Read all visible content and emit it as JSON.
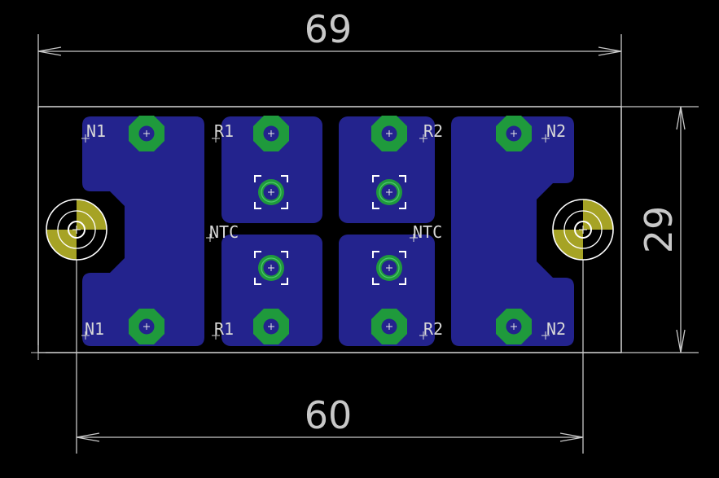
{
  "view": "pcb-layout-editor",
  "colors": {
    "background": "#000000",
    "copper": "#23238d",
    "pad": "#1f9a3c",
    "drill": "#23238d",
    "mount": "#a6a325",
    "silkscreen": "#d8d8d8",
    "dimension": "#c8c8c8",
    "outline": "#e6e6e6"
  },
  "dimensions": {
    "width_label": "69",
    "height_label": "29",
    "hole_spacing_label": "60"
  },
  "labels": {
    "n1_top": "N1",
    "n1_bottom": "N1",
    "r1_top": "R1",
    "r1_bottom": "R1",
    "r2_top": "R2",
    "r2_bottom": "R2",
    "n2_top": "N2",
    "n2_bottom": "N2",
    "ntc_left": "NTC",
    "ntc_right": "NTC"
  },
  "icons": {
    "pad": "octagon-pad-icon",
    "ntc_pad": "round-pad-icon",
    "mounting_hole": "mounting-hole-icon"
  }
}
